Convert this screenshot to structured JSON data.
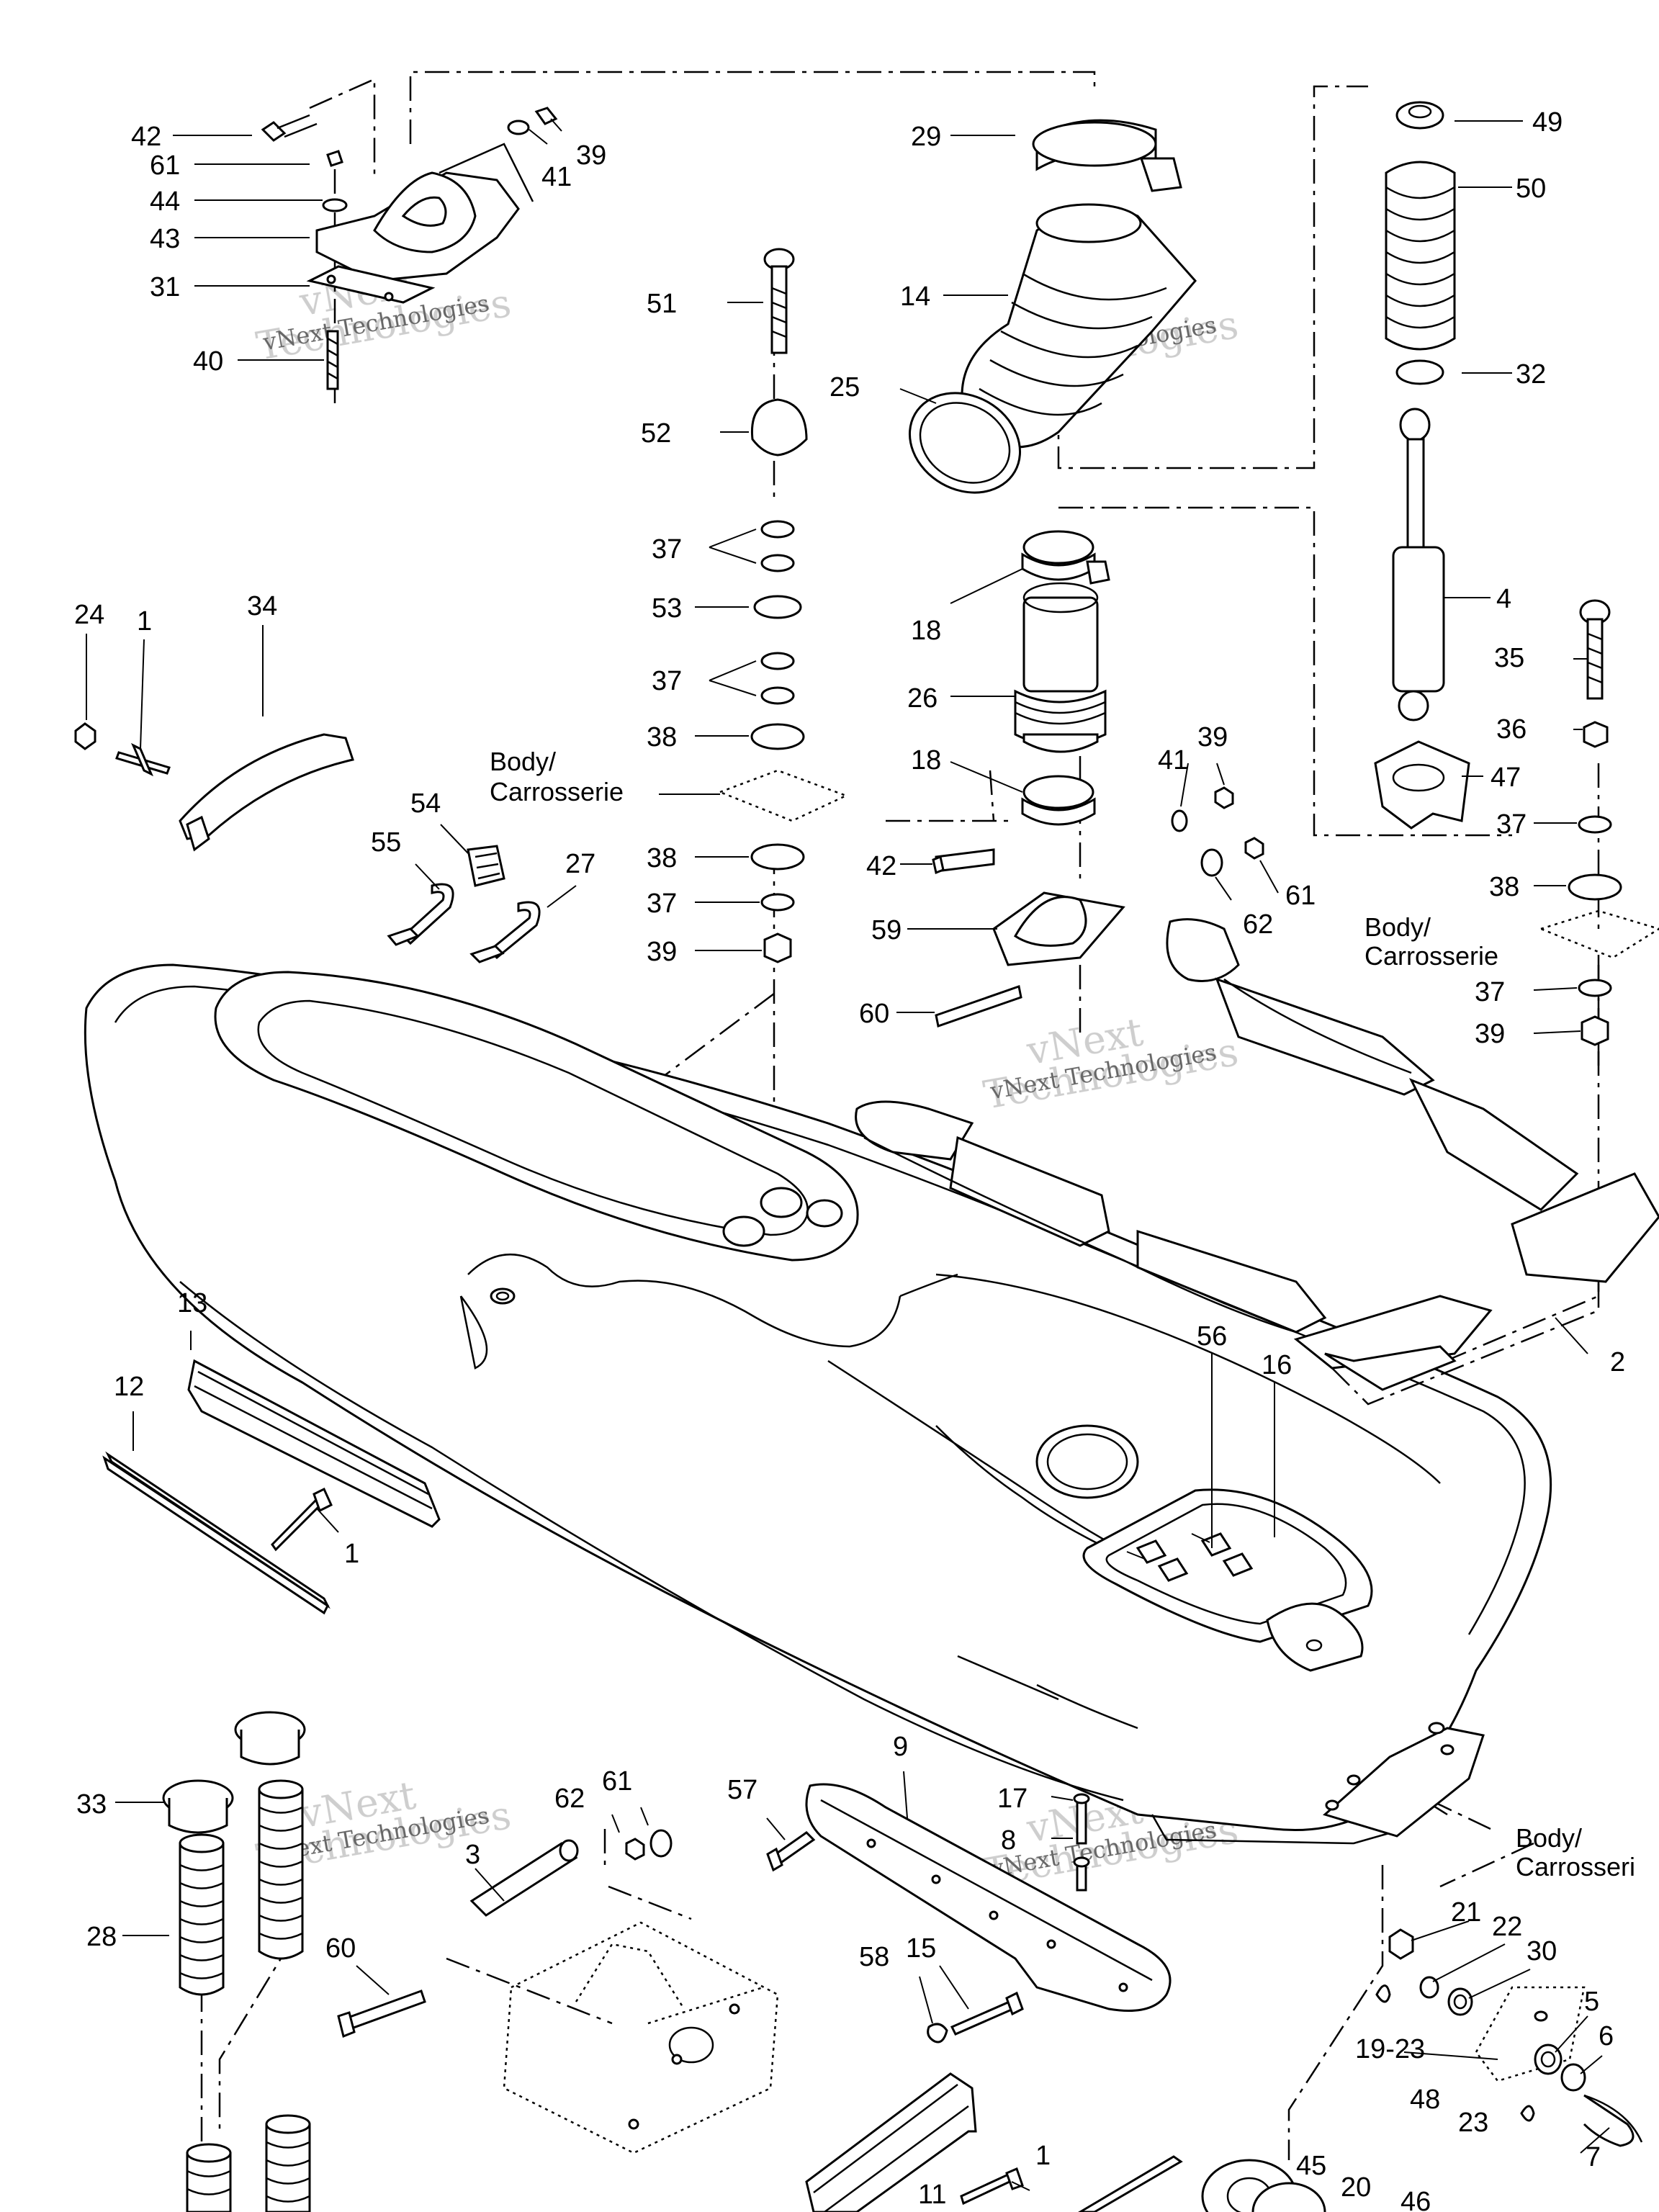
{
  "watermark": {
    "line1": "vNext Technologies",
    "line2": "vNext",
    "line3": "Technologies"
  },
  "body_label": {
    "line1": "Body/",
    "line2": "Carrosserie"
  },
  "body_label_right_cut": {
    "line1": "Body/",
    "line2": "Carrosseri"
  },
  "callouts": {
    "c42a": "42",
    "c61a": "61",
    "c44": "44",
    "c43": "43",
    "c31": "31",
    "c40": "40",
    "c41a": "41",
    "c39a": "39",
    "c29": "29",
    "c14": "14",
    "c25": "25",
    "c49": "49",
    "c50": "50",
    "c32": "32",
    "c4": "4",
    "c51": "51",
    "c52": "52",
    "c37a": "37",
    "c53": "53",
    "c37b": "37",
    "c38a": "38",
    "c38b": "38",
    "c37c": "37",
    "c39b": "39",
    "c24": "24",
    "c1a": "1",
    "c34": "34",
    "c54": "54",
    "c55": "55",
    "c27": "27",
    "c18a": "18",
    "c26": "26",
    "c18b": "18",
    "c41b": "41",
    "c39c": "39",
    "c42b": "42",
    "c59": "59",
    "c62a": "62",
    "c61b": "61",
    "c60a": "60",
    "c35": "35",
    "c36": "36",
    "c47": "47",
    "c37d": "37",
    "c38c": "38",
    "c37e": "37",
    "c39d": "39",
    "c2": "2",
    "c13": "13",
    "c12": "12",
    "c1b": "1",
    "c56": "56",
    "c16": "16",
    "c33": "33",
    "c28": "28",
    "c62b": "62",
    "c61c": "61",
    "c3": "3",
    "c60b": "60",
    "c57": "57",
    "c9": "9",
    "c17": "17",
    "c8": "8",
    "c58": "58",
    "c15": "15",
    "c21": "21",
    "c22": "22",
    "c30": "30",
    "c5": "5",
    "c6": "6",
    "c1923": "19-23",
    "c48": "48",
    "c23": "23",
    "c7": "7",
    "c1c": "1",
    "c11": "11",
    "c45": "45",
    "c20": "20",
    "c46": "46"
  }
}
